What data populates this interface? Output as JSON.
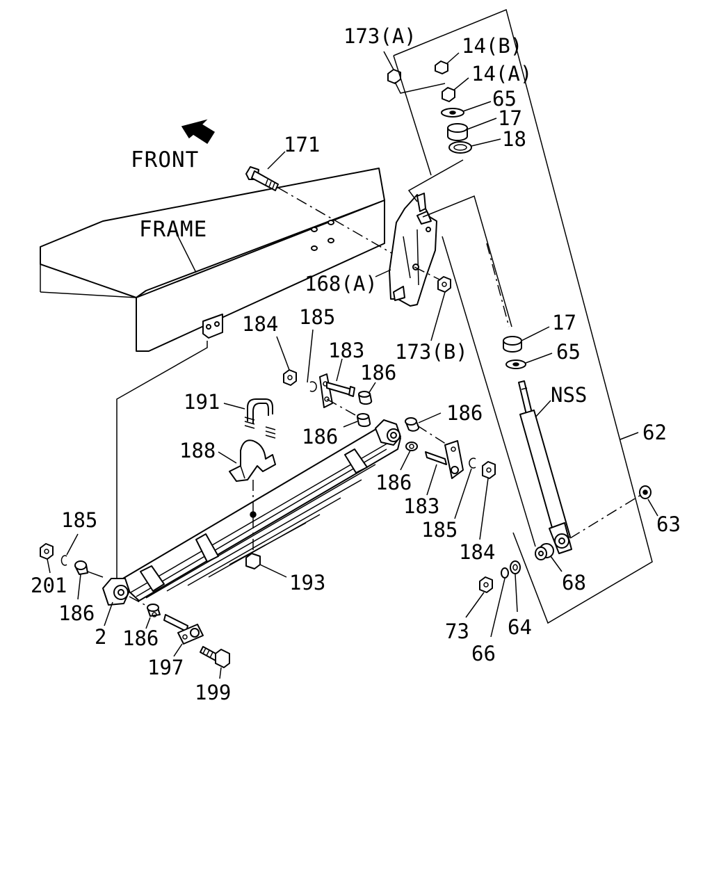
{
  "diagram": {
    "labels": {
      "front": "FRONT",
      "frame": "FRAME",
      "p173a": "173(A)",
      "p14b": "14(B)",
      "p14a": "14(A)",
      "p65_top": "65",
      "p17_top": "17",
      "p18": "18",
      "p171": "171",
      "p168a": "168(A)",
      "p173b": "173(B)",
      "p17_mid": "17",
      "p65_mid": "65",
      "nss": "NSS",
      "p62": "62",
      "p184_top": "184",
      "p185_top": "185",
      "p183_top": "183",
      "p186_a": "186",
      "p186_b": "186",
      "p186_c": "186",
      "p186_d": "186",
      "p191": "191",
      "p188": "188",
      "p183_bot": "183",
      "p185_bot": "185",
      "p184_bot": "184",
      "p63": "63",
      "p68": "68",
      "p64": "64",
      "p66": "66",
      "p73": "73",
      "p185_left": "185",
      "p201": "201",
      "p186_left": "186",
      "p2": "2",
      "p186_bot": "186",
      "p197": "197",
      "p199": "199",
      "p193": "193"
    }
  }
}
